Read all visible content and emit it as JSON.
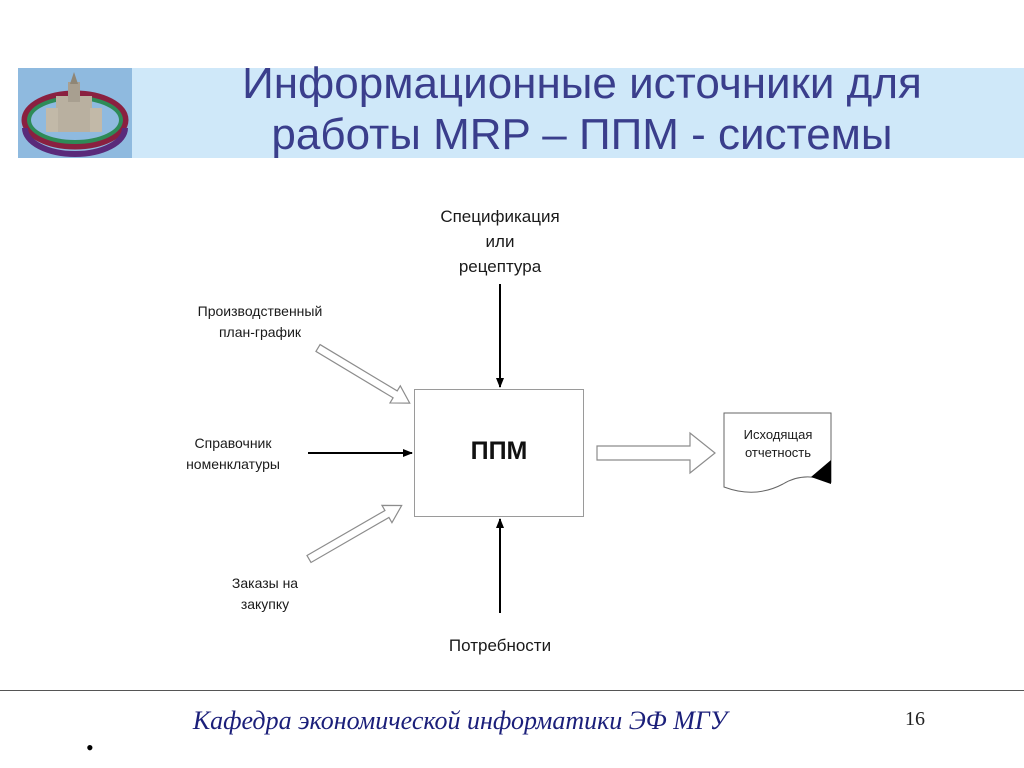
{
  "slide": {
    "title_line1": "Информационные источники для",
    "title_line2": "работы MRP – ППМ - системы",
    "page_number": "16",
    "footer": "Кафедра экономической информатики ЭФ МГУ",
    "bullet": "•"
  },
  "diagram": {
    "center": "ППМ",
    "spec": [
      "Спецификация",
      "или",
      "рецептура"
    ],
    "plan": [
      "Производственный",
      "план-график"
    ],
    "ref": [
      "Справочник",
      "номенклатуры"
    ],
    "orders": [
      "Заказы на",
      "закупку"
    ],
    "needs": "Потребности",
    "output": [
      "Исходящая",
      "отчетность"
    ]
  }
}
